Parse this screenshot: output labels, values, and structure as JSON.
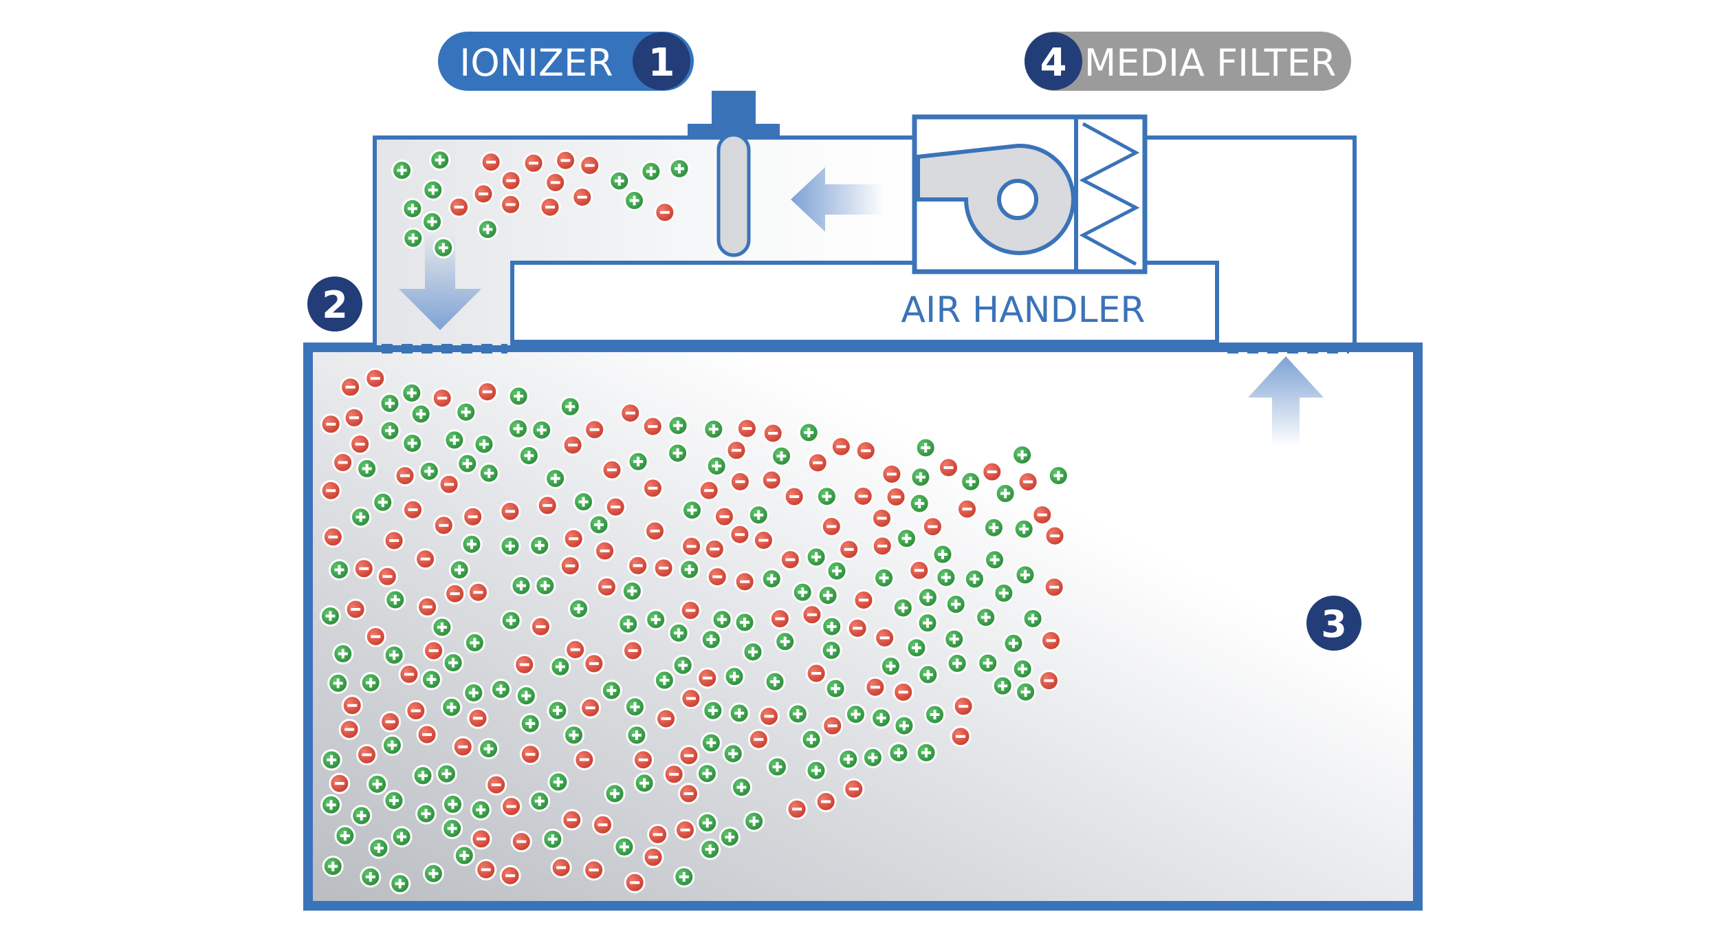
{
  "labels": {
    "ionizer": "IONIZER",
    "media_filter": "MEDIA FILTER",
    "air_handler": "AIR HANDLER"
  },
  "steps": {
    "ionizer": "1",
    "supply": "2",
    "room": "3",
    "filter": "4"
  },
  "colors": {
    "primary_blue": "#3b73b9",
    "dark_navy": "#223d78",
    "pill_blue": "#3673bd",
    "pill_gray": "#9b9b9b",
    "negative_ion": "#dc4b3c",
    "positive_ion": "#3ea24b",
    "airflow_arrow": "#9ab7dd"
  },
  "icons": {
    "negative_ion": "minus-sign-ion",
    "positive_ion": "plus-sign-ion",
    "airflow": "arrow-icon",
    "fan": "blower-fan-icon",
    "filter": "pleated-filter-icon"
  }
}
